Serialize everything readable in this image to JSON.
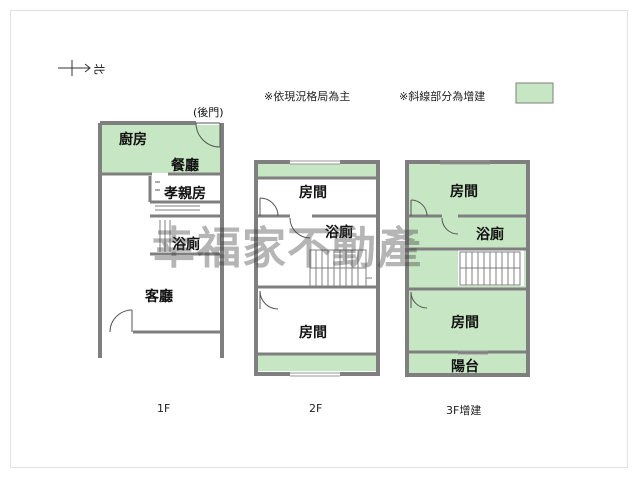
{
  "colors": {
    "wall": "#7f7f7f",
    "addition_fill": "#c7e6c3",
    "line": "#555555"
  },
  "legend": {
    "north_label": "北",
    "note_layout": "※依現況格局為主",
    "note_addition": "※斜線部分為增建"
  },
  "watermark": "幸福家不動產",
  "floor1": {
    "caption": "1F",
    "back_door": "(後門)",
    "kitchen": "廚房",
    "dining": "餐廳",
    "parents_room": "孝親房",
    "bathroom": "浴廁",
    "living": "客廳"
  },
  "floor2": {
    "caption": "2F",
    "room_top": "房間",
    "bathroom": "浴廁",
    "room_bottom": "房間"
  },
  "floor3": {
    "caption": "3F增建",
    "room_top": "房間",
    "bathroom": "浴廁",
    "room_bottom": "房間",
    "balcony": "陽台"
  }
}
